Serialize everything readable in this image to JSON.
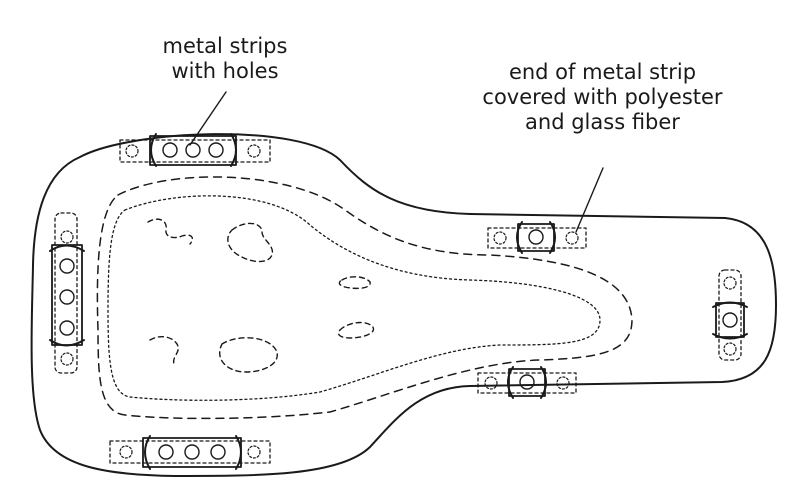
{
  "labels": {
    "strips": [
      "metal strips",
      "with holes"
    ],
    "end": [
      "end of metal strip",
      "covered with polyester",
      "and glass fiber"
    ]
  },
  "icons": {
    "strip_unit": "metal-strip-with-holes-icon"
  }
}
